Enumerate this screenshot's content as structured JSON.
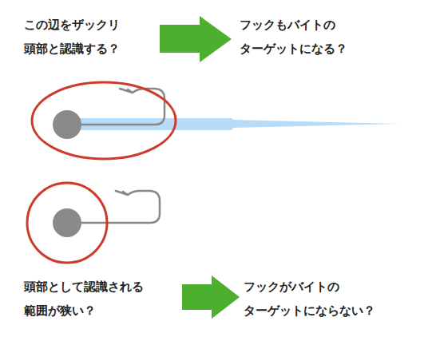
{
  "diagram": {
    "labels": [
      "この辺をザックリ 頭部と認識する？",
      "フックもバイトの ターゲットになる？",
      "頭部として認識される 範囲が狭い？",
      "フックがバイトの ターゲットにならない？"
    ]
  }
}
